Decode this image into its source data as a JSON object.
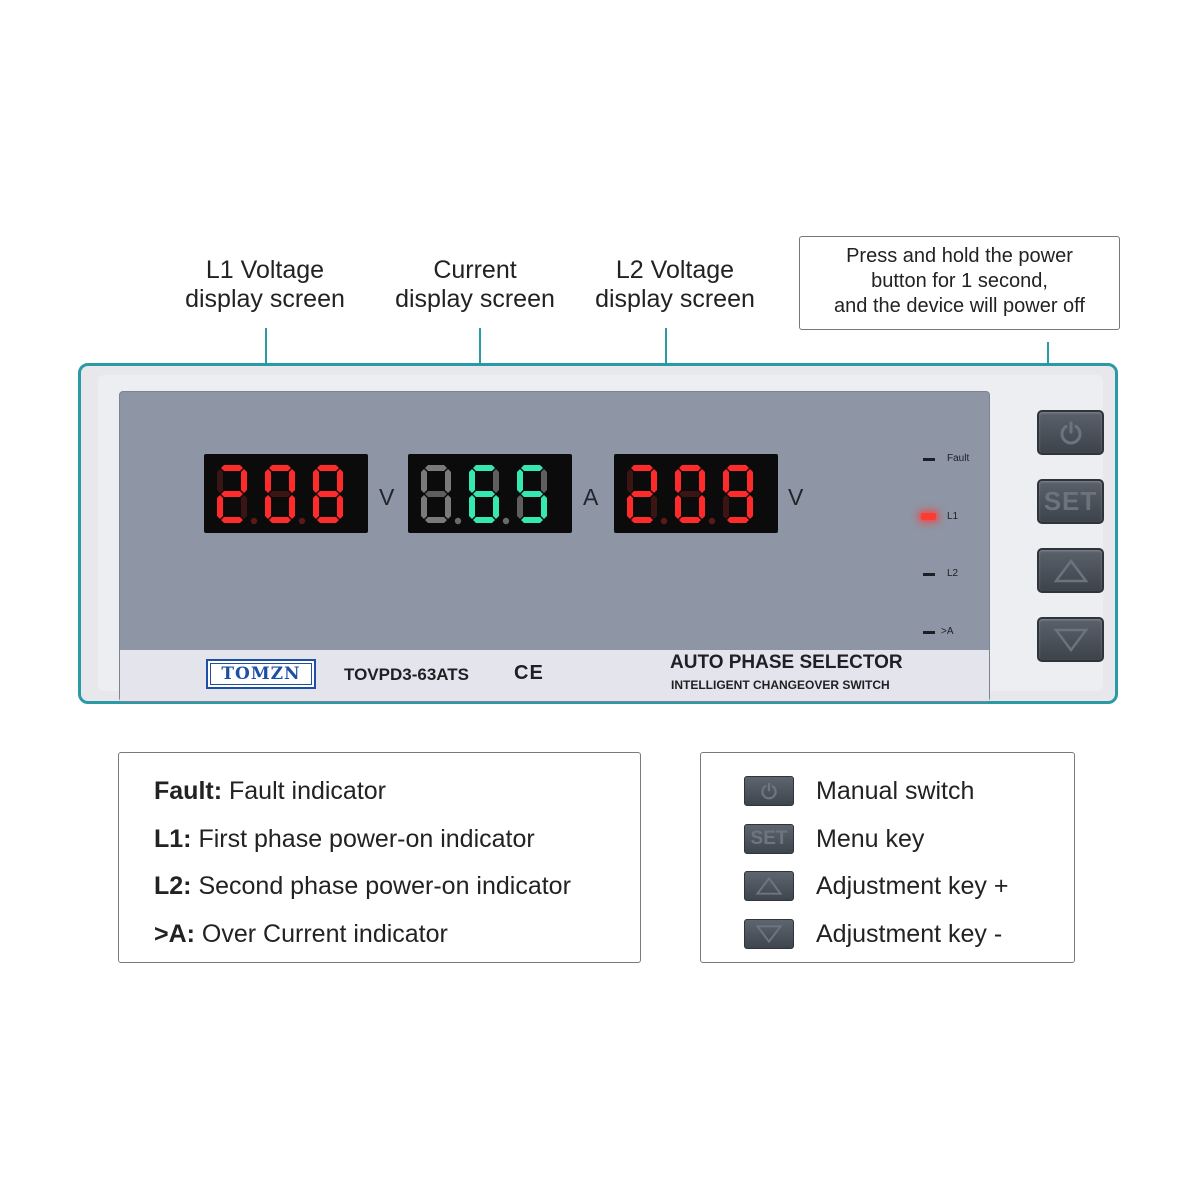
{
  "callouts": {
    "l1": {
      "line1": "L1 Voltage",
      "line2": "display screen"
    },
    "current": {
      "line1": "Current",
      "line2": "display screen"
    },
    "l2": {
      "line1": "L2 Voltage",
      "line2": "display screen"
    },
    "power_note": {
      "line1": "Press and hold the power",
      "line2": "button for 1 second,",
      "line3": "and the device will power off"
    }
  },
  "device": {
    "displays": [
      {
        "digits": [
          "2",
          "0",
          "8"
        ],
        "unit": "V",
        "color": "#ff2a2a",
        "ghost_color": "#3b1414"
      },
      {
        "digits": [
          "0",
          "6",
          "5"
        ],
        "unit": "A",
        "color": "#34e8b0",
        "ghost_color": "#5e5e5e",
        "dim_first": true
      },
      {
        "digits": [
          "2",
          "0",
          "9"
        ],
        "unit": "V",
        "color": "#ff2a2a",
        "ghost_color": "#3b1414"
      }
    ],
    "indicators": [
      {
        "label": "Fault",
        "lit": false
      },
      {
        "label": "L1",
        "lit": true
      },
      {
        "label": "L2",
        "lit": false
      },
      {
        "label": ">A",
        "lit": false
      }
    ],
    "brand": "TOMZN",
    "model": "TOVPD3-63ATS",
    "ce_mark": "CE",
    "product_name": "AUTO PHASE SELECTOR",
    "product_subtitle": "INTELLIGENT CHANGEOVER SWITCH",
    "keys": [
      "power-icon",
      "SET",
      "up-triangle-icon",
      "down-triangle-icon"
    ],
    "accent_color": "#2a9aa4"
  },
  "legend_indicators": [
    {
      "term": "Fault:",
      "desc": " Fault indicator"
    },
    {
      "term": "L1:",
      "desc": " First phase power-on indicator"
    },
    {
      "term": "L2:",
      "desc": " Second phase power-on indicator"
    },
    {
      "term": ">A:",
      "desc": " Over Current indicator"
    }
  ],
  "legend_keys": [
    {
      "icon": "power-icon",
      "label": "Manual switch"
    },
    {
      "icon": "SET",
      "label": "Menu key"
    },
    {
      "icon": "up-triangle-icon",
      "label": "Adjustment key +"
    },
    {
      "icon": "down-triangle-icon",
      "label": "Adjustment key -"
    }
  ]
}
